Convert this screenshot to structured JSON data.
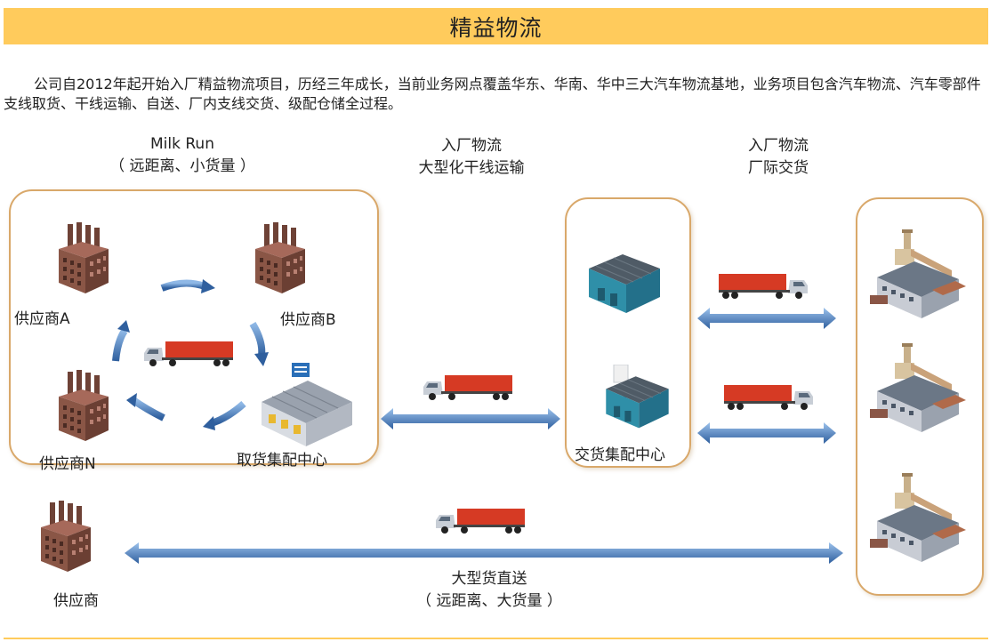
{
  "header": {
    "title": "精益物流"
  },
  "intro": {
    "text": "公司自2012年起开始入厂精益物流项目，历经三年成长，当前业务网点覆盖华东、华南、华中三大汽车物流基地，业务项目包含汽车物流、汽车零部件支线取货、干线运输、自送、厂内支线交货、级配仓储全过程。"
  },
  "sections": {
    "milk_run": {
      "title": "Milk Run",
      "subtitle": "（ 远距离、小货量 ）"
    },
    "trunk": {
      "title": "入厂物流",
      "subtitle": "大型化干线运输"
    },
    "factory": {
      "title": "入厂物流",
      "subtitle": "厂际交货"
    }
  },
  "nodes": {
    "supplier_a": "供应商A",
    "supplier_b": "供应商B",
    "supplier_n": "供应商N",
    "pickup_center": "取货集配中心",
    "delivery_center": "交货集配中心",
    "supplier": "供应商"
  },
  "direct": {
    "title": "大型货直送",
    "subtitle": "（ 远距离、大货量 ）"
  },
  "colors": {
    "banner": "#ffcb5c",
    "panel_border": "#d9a86a",
    "arrow_blue": "#2f5f9e",
    "truck_red": "#d63a24",
    "factory_brick": "#8a5646",
    "warehouse_teal": "#2f8fa8"
  },
  "icons": [
    "factory-icon",
    "truck-icon",
    "warehouse-icon",
    "plant-icon",
    "double-arrow-icon",
    "cycle-arrow-icon"
  ]
}
